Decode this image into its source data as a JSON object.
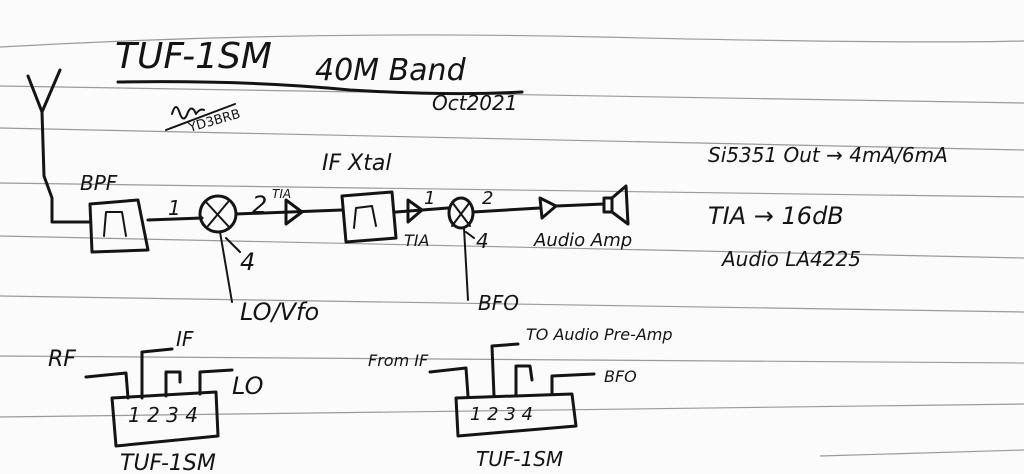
{
  "page": {
    "title": "TUF-1SM",
    "band": "40M Band",
    "date": "Oct2021",
    "signature": "YD3BRB",
    "paper_color": "#fbfbfb",
    "ink_color": "#141414",
    "rule_color": "#9a9a9a"
  },
  "block_diagram": {
    "antenna_icon": "antenna-icon",
    "bpf_label": "BPF",
    "mixer1": {
      "port_in": "1",
      "port_out": "2",
      "port_lo": "4",
      "lo_label": "LO/Vfo"
    },
    "tia1_label": "TIA",
    "if_filter_label": "IF Xtal",
    "mixer2": {
      "port_in": "1",
      "port_out": "2",
      "port_lo": "4",
      "lo_label": "BFO"
    },
    "tia2_label": "TIA",
    "audio_amp_label": "Audio Amp",
    "speaker_icon": "speaker-icon"
  },
  "notes": [
    "Si5351 Out → 4mA/6mA",
    "TIA → 16dB",
    "Audio LA4225"
  ],
  "pinouts": [
    {
      "chip_label": "TUF-1SM",
      "pins": "1 2 3 4",
      "signals": {
        "rf": "RF",
        "if": "IF",
        "lo": "LO"
      }
    },
    {
      "chip_label": "TUF-1SM",
      "pins": "1 2 3 4",
      "signals": {
        "from_if": "From IF",
        "to_audio": "TO Audio Pre-Amp",
        "bfo": "BFO"
      }
    }
  ]
}
